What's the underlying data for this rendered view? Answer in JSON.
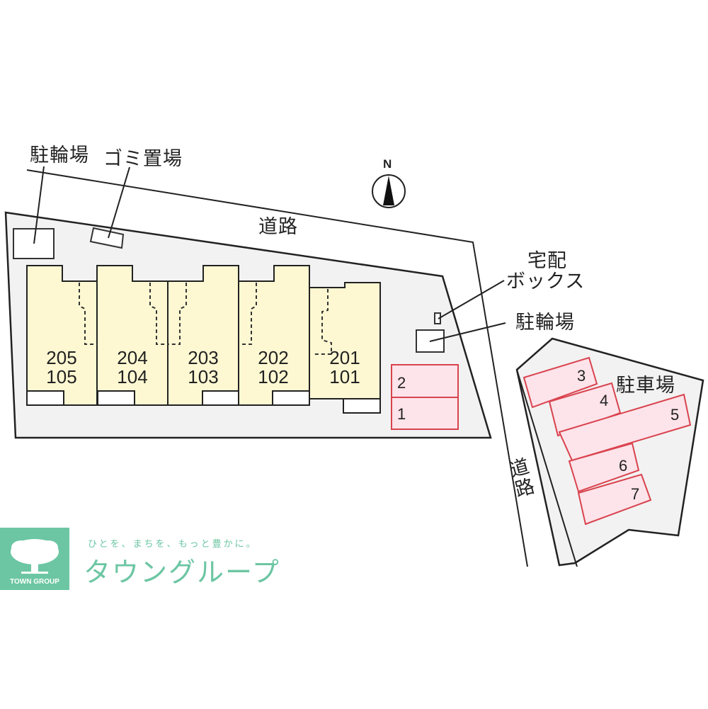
{
  "map": {
    "type": "site-layout",
    "compass": {
      "label": "N"
    },
    "labels": {
      "bicycle_parking_nw": "駐輪場",
      "garbage_area": "ゴミ置場",
      "road_north": "道路",
      "delivery_box": "宅配\nボックス",
      "delivery_box_line1": "宅配",
      "delivery_box_line2": "ボックス",
      "bicycle_parking_e": "駐輪場",
      "parking_lot": "駐車場",
      "road_east": "道路"
    },
    "units": [
      {
        "upper": "205",
        "lower": "105"
      },
      {
        "upper": "204",
        "lower": "104"
      },
      {
        "upper": "203",
        "lower": "103"
      },
      {
        "upper": "202",
        "lower": "102"
      },
      {
        "upper": "201",
        "lower": "101"
      }
    ],
    "parking_spaces": [
      "1",
      "2",
      "3",
      "4",
      "5",
      "6",
      "7"
    ],
    "colors": {
      "unit_fill": "#fdf8d2",
      "site_fill": "#f2f2f2",
      "parking_fill": "#fde3ea",
      "parking_stroke": "#d9434e",
      "line": "#222222"
    }
  },
  "logo": {
    "caption": "TOWN GROUP",
    "tagline": "ひとを、まちを、もっと豊かに。",
    "brand": "タウングループ",
    "color": "#6cc6a3"
  }
}
